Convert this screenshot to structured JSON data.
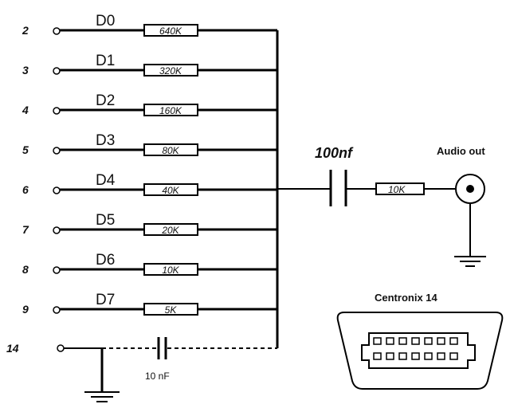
{
  "inputs": [
    {
      "pin": "2",
      "label": "D0",
      "resistor": "640K"
    },
    {
      "pin": "3",
      "label": "D1",
      "resistor": "320K"
    },
    {
      "pin": "4",
      "label": "D2",
      "resistor": "160K"
    },
    {
      "pin": "5",
      "label": "D3",
      "resistor": "80K"
    },
    {
      "pin": "6",
      "label": "D4",
      "resistor": "40K"
    },
    {
      "pin": "7",
      "label": "D5",
      "resistor": "20K"
    },
    {
      "pin": "8",
      "label": "D6",
      "resistor": "10K"
    },
    {
      "pin": "9",
      "label": "D7",
      "resistor": "5K"
    }
  ],
  "ground_pin": {
    "pin": "14",
    "capacitor": "10 nF"
  },
  "output": {
    "capacitor": "100nf",
    "resistor": "10K",
    "label": "Audio out"
  },
  "connector": {
    "label": "Centronix 14"
  }
}
